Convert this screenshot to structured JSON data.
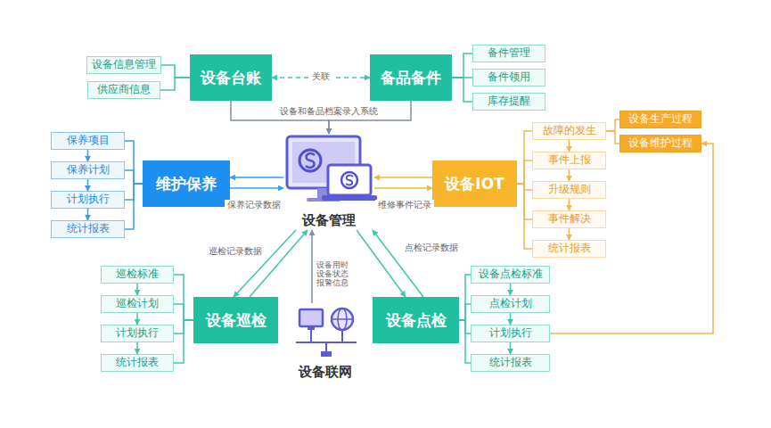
{
  "diagram": {
    "nodes": [
      {
        "text": [
          "设备信息管理"
        ]
      },
      {
        "text": [
          "供应商信息"
        ]
      },
      {
        "text": [
          "设备台账"
        ]
      },
      {
        "text": [
          "备品备件"
        ]
      },
      {
        "text": [
          "备件管理"
        ]
      },
      {
        "text": [
          "备件领用"
        ]
      },
      {
        "text": [
          "库存提醒"
        ]
      },
      {
        "text": [
          "保养项目"
        ]
      },
      {
        "text": [
          "保养计划"
        ]
      },
      {
        "text": [
          "计划执行"
        ]
      },
      {
        "text": [
          "统计报表"
        ]
      },
      {
        "text": [
          "维护保养"
        ]
      },
      {
        "text": [
          "设备管理"
        ]
      },
      {
        "text": [
          "设备IOT"
        ]
      },
      {
        "text": [
          "故障的发生"
        ]
      },
      {
        "text": [
          "事件上报"
        ]
      },
      {
        "text": [
          "升级规则"
        ]
      },
      {
        "text": [
          "事件解决"
        ]
      },
      {
        "text": [
          "统计报表"
        ]
      },
      {
        "text": [
          "设备生产过程"
        ]
      },
      {
        "text": [
          "设备维护过程"
        ]
      },
      {
        "text": [
          "巡检标准"
        ]
      },
      {
        "text": [
          "巡检计划"
        ]
      },
      {
        "text": [
          "计划执行"
        ]
      },
      {
        "text": [
          "统计报表"
        ]
      },
      {
        "text": [
          "设备巡检"
        ]
      },
      {
        "text": [
          "设备联网"
        ]
      },
      {
        "text": [
          "设备点检"
        ]
      },
      {
        "text": [
          "设备点检标准"
        ]
      },
      {
        "text": [
          "点检计划"
        ]
      },
      {
        "text": [
          "计划执行"
        ]
      },
      {
        "text": [
          "统计报表"
        ]
      }
    ],
    "edges": [
      {
        "from": 2,
        "to": 3,
        "label": "关联",
        "arrow": "both"
      },
      {
        "from": 2,
        "to": 0,
        "arrow": "none"
      },
      {
        "from": 2,
        "to": 1,
        "arrow": "none"
      },
      {
        "from": 3,
        "to": 4,
        "arrow": "none"
      },
      {
        "from": 3,
        "to": 5,
        "arrow": "none"
      },
      {
        "from": 3,
        "to": 6,
        "arrow": "none"
      },
      {
        "from": 2,
        "to": 12,
        "label": "设备和备品档案录入系统",
        "arrow": "to"
      },
      {
        "from": 3,
        "to": 12,
        "arrow": "to"
      },
      {
        "from": 7,
        "to": 8,
        "arrow": "to"
      },
      {
        "from": 8,
        "to": 9,
        "arrow": "to"
      },
      {
        "from": 9,
        "to": 10,
        "arrow": "to"
      },
      {
        "from": 11,
        "to": 7,
        "arrow": "none"
      },
      {
        "from": 11,
        "to": 8,
        "arrow": "none"
      },
      {
        "from": 11,
        "to": 9,
        "arrow": "none"
      },
      {
        "from": 11,
        "to": 10,
        "arrow": "none"
      },
      {
        "from": 12,
        "to": 11,
        "arrow": "to"
      },
      {
        "from": 11,
        "to": 12,
        "label": "保养记录数据",
        "arrow": "to"
      },
      {
        "from": 13,
        "to": 12,
        "arrow": "to"
      },
      {
        "from": 12,
        "to": 13,
        "label": "维修事件记录",
        "arrow": "to"
      },
      {
        "from": 14,
        "to": 15,
        "arrow": "to"
      },
      {
        "from": 15,
        "to": 16,
        "arrow": "to"
      },
      {
        "from": 16,
        "to": 17,
        "arrow": "to"
      },
      {
        "from": 17,
        "to": 18,
        "arrow": "to"
      },
      {
        "from": 13,
        "to": 14,
        "arrow": "none"
      },
      {
        "from": 13,
        "to": 15,
        "arrow": "none"
      },
      {
        "from": 13,
        "to": 16,
        "arrow": "none"
      },
      {
        "from": 13,
        "to": 17,
        "arrow": "none"
      },
      {
        "from": 13,
        "to": 18,
        "arrow": "none"
      },
      {
        "from": 14,
        "to": 19,
        "arrow": "none"
      },
      {
        "from": 14,
        "to": 20,
        "arrow": "none"
      },
      {
        "from": 21,
        "to": 22,
        "arrow": "to"
      },
      {
        "from": 22,
        "to": 23,
        "arrow": "to"
      },
      {
        "from": 23,
        "to": 24,
        "arrow": "to"
      },
      {
        "from": 25,
        "to": 21,
        "arrow": "none"
      },
      {
        "from": 25,
        "to": 22,
        "arrow": "none"
      },
      {
        "from": 25,
        "to": 23,
        "arrow": "none"
      },
      {
        "from": 25,
        "to": 24,
        "arrow": "none"
      },
      {
        "from": 12,
        "to": 25,
        "arrow": "to"
      },
      {
        "from": 25,
        "to": 12,
        "label": "巡检记录数据",
        "arrow": "to"
      },
      {
        "from": 26,
        "to": 12,
        "label": "设备用时 设备状态 报警信息",
        "arrow": "to"
      },
      {
        "from": 12,
        "to": 27,
        "arrow": "to"
      },
      {
        "from": 27,
        "to": 12,
        "label": "点检记录数据",
        "arrow": "to"
      },
      {
        "from": 28,
        "to": 29,
        "arrow": "to"
      },
      {
        "from": 29,
        "to": 30,
        "arrow": "to"
      },
      {
        "from": 30,
        "to": 31,
        "arrow": "to"
      },
      {
        "from": 27,
        "to": 28,
        "arrow": "none"
      },
      {
        "from": 27,
        "to": 29,
        "arrow": "none"
      },
      {
        "from": 27,
        "to": 30,
        "arrow": "none"
      },
      {
        "from": 27,
        "to": 31,
        "arrow": "none"
      },
      {
        "from": 30,
        "to": 20,
        "arrow": "to"
      }
    ]
  }
}
